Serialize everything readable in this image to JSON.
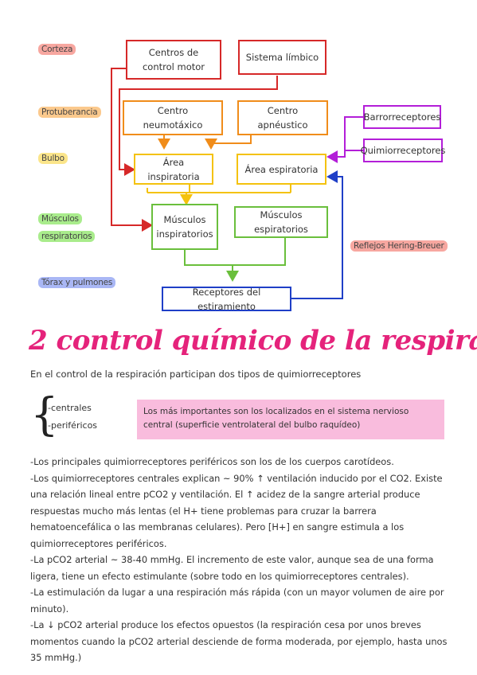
{
  "levels": {
    "corteza": "Corteza",
    "protuberancia": "Protuberancia",
    "bulbo": "Bulbo",
    "musculos": "Músculos",
    "respiratorios": "respiratorios",
    "torax": "Tórax y pulmones"
  },
  "boxes": {
    "centros_control": "Centros de control motor",
    "sistema_limbico": "Sistema límbico",
    "centro_neumotaxico": "Centro neumotáxico",
    "centro_apneustico": "Centro apnéustico",
    "barorreceptores": "Barrorreceptores",
    "quimiorreceptores": "Quimiorreceptores",
    "area_inspiratoria": "Área inspiratoria",
    "area_espiratoria": "Área espiratoria",
    "musculos_inspiratorios": "Músculos inspiratorios",
    "musculos_espiratorios": "Músculos espiratorios",
    "receptores_estiramiento": "Receptores del estiramiento"
  },
  "reflejos_label": "Reflejos Hering-Breuer",
  "colors": {
    "red": "#d62828",
    "orange": "#f08c1a",
    "yellow": "#f4c20d",
    "green": "#6abf3c",
    "blue": "#1f3fc7",
    "purple": "#b31ed8",
    "title_pink": "#e5237b",
    "note_pink": "#f9bcdd"
  },
  "title": "2 control químico de la respira.",
  "intro": "En el control de la respiración participan dos tipos de quimiorreceptores",
  "types": [
    "-centrales",
    "-periféricos"
  ],
  "note": "Los más importantes son los localizados en el sistema nervioso central (superficie ventrolateral del bulbo raquídeo)",
  "paragraphs": [
    "-Los principales quimiorreceptores periféricos son los de los cuerpos carotídeos.",
    "-Los quimiorreceptores centrales explican ~ 90% ↑ ventilación inducido por el CO2. Existe una relación lineal entre pCO2 y ventilación. El ↑ acidez de la sangre arterial produce respuestas mucho más lentas (el H+ tiene problemas para cruzar la barrera hematoencefálica o las membranas celulares). Pero [H+] en sangre estimula a los quimiorreceptores periféricos.",
    "-La pCO2 arterial ~ 38-40 mmHg. El incremento de este valor, aunque sea de una forma ligera, tiene un efecto estimulante (sobre todo en los quimiorreceptores centrales).",
    "-La estimulación da lugar a una respiración más rápida (con un mayor volumen de aire por minuto).",
    "-La ↓ pCO2 arterial produce los efectos opuestos (la respiración cesa por unos breves momentos cuando la pCO2 arterial desciende de forma moderada, por ejemplo, hasta unos 35 mmHg.)"
  ]
}
